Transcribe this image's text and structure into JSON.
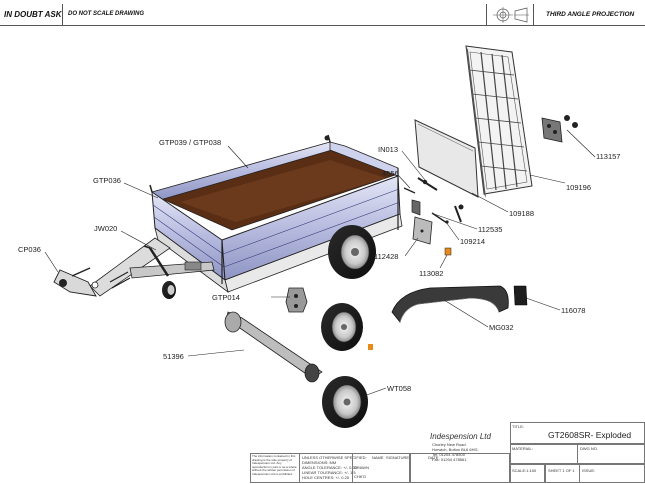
{
  "header": {
    "left": "IN DOUBT ASK",
    "middle": "DO NOT SCALE DRAWING",
    "right": "THIRD ANGLE PROJECTION",
    "projection_icon": "third-angle-projection-icon"
  },
  "callouts": [
    {
      "id": "c1",
      "label": "GTP039 / GTP038"
    },
    {
      "id": "c2",
      "label": "GTP036"
    },
    {
      "id": "c3",
      "label": "JW020"
    },
    {
      "id": "c4",
      "label": "CP036"
    },
    {
      "id": "c5",
      "label": "IN013"
    },
    {
      "id": "c6",
      "label": "4556"
    },
    {
      "id": "c7",
      "label": "113157"
    },
    {
      "id": "c8",
      "label": "109196"
    },
    {
      "id": "c9",
      "label": "109188"
    },
    {
      "id": "c10",
      "label": "112535"
    },
    {
      "id": "c11",
      "label": "109214"
    },
    {
      "id": "c12",
      "label": "112428"
    },
    {
      "id": "c13",
      "label": "113082"
    },
    {
      "id": "c14",
      "label": "GTP014"
    },
    {
      "id": "c15",
      "label": "116078"
    },
    {
      "id": "c16",
      "label": "MG032"
    },
    {
      "id": "c17",
      "label": "51396"
    },
    {
      "id": "c18",
      "label": "WT058"
    }
  ],
  "title_block": {
    "title_label": "TITLE:",
    "title": "GT2608SR- Exploded",
    "company": "Indespension Ltd",
    "address": [
      "Chorley New Road",
      "Horwich, Bolton BL6 6HG.",
      "Tel: 01204 478500",
      "Fax: 01204 478561"
    ],
    "material_label": "MATERIAL:",
    "dwg_no_label": "DWG NO.",
    "scale": "SCALE:1:100",
    "sheet": "SHEET 1 OF 1",
    "issue": "ISSUE:",
    "name_col": "NAME",
    "signature_col": "SIGNATURE",
    "date_col": "DATE",
    "drawn": "DRAWN",
    "chkd": "CHK'D",
    "tolerances": [
      "UNLESS OTHERWISE SPECIFIED:",
      "DIMENSIONS: MM",
      "ANGLE TOLERANCE: +/- 0.25",
      "LINEAR TOLERANCE: +/- 1.5",
      "HOLE CENTRES: +/- 0.25"
    ],
    "notice": "The information contained in this drawing is the sole property of Indespension Ltd. Any reproduction in part or as a whole without the written permission of Indespension Ltd is prohibited."
  }
}
